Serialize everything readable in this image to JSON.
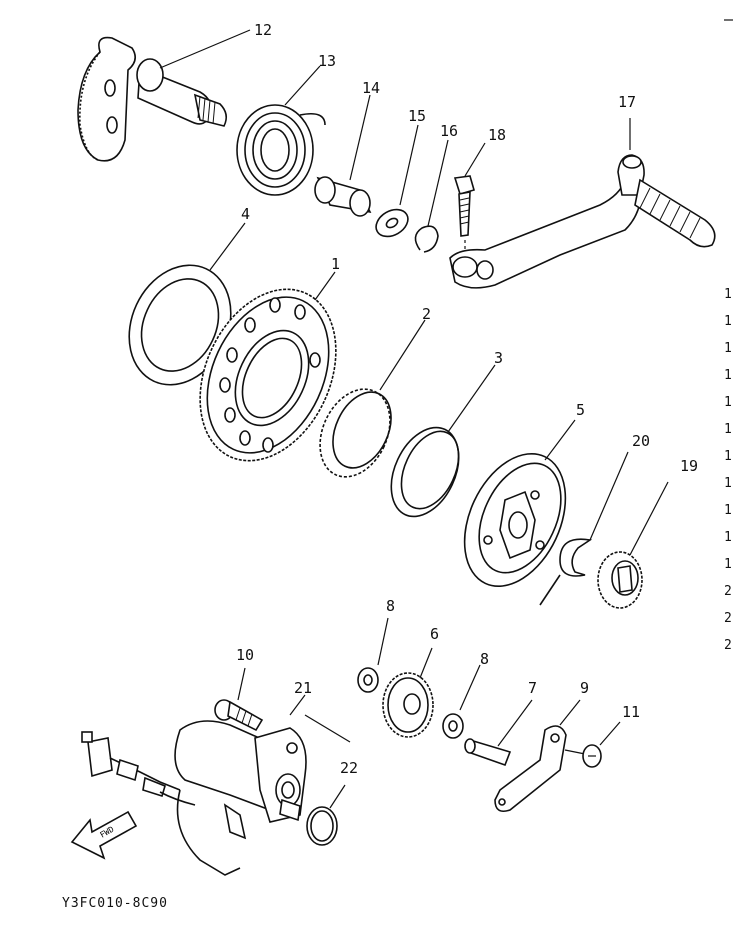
{
  "callouts": [
    "1",
    "2",
    "3",
    "4",
    "5",
    "6",
    "7",
    "8",
    "8",
    "9",
    "10",
    "11",
    "12",
    "13",
    "14",
    "15",
    "16",
    "17",
    "18",
    "19",
    "20",
    "21",
    "22"
  ],
  "side_refs": [
    "1",
    "1",
    "1",
    "1",
    "1",
    "1",
    "1",
    "1",
    "1",
    "1",
    "1",
    "2",
    "2",
    "2"
  ],
  "diagram_code": "Y3FC010-8C90",
  "fwd_label": "FWD"
}
